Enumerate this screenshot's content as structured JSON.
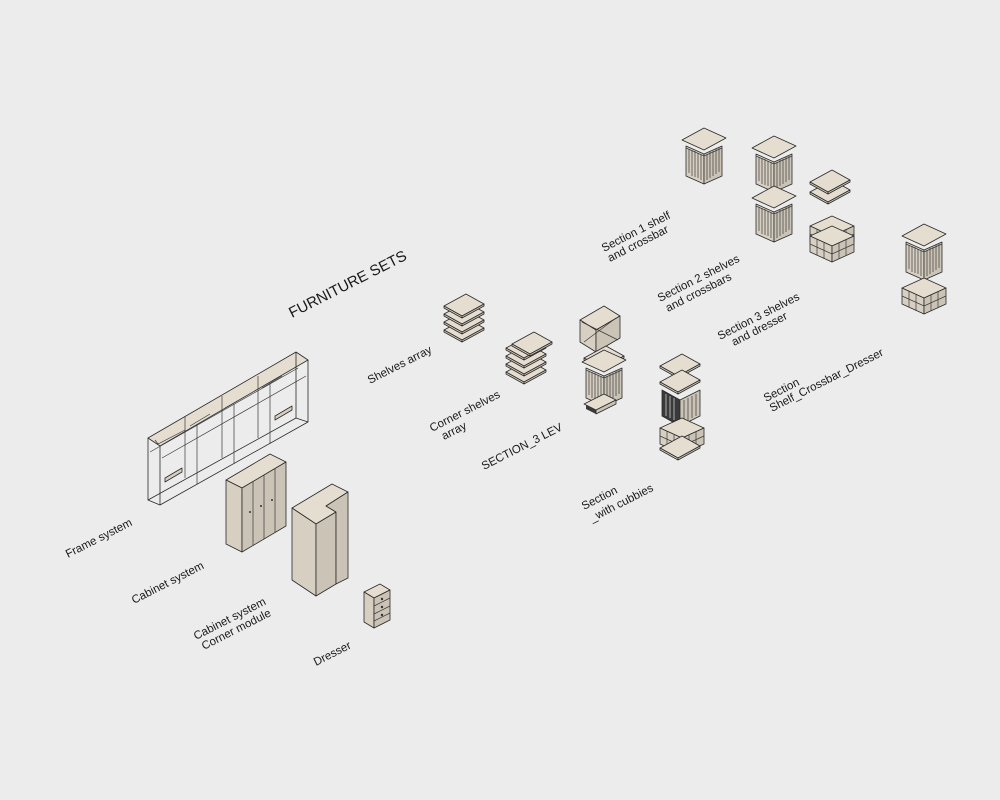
{
  "title": "FURNITURE SETS",
  "labels": {
    "frame_system": "Frame system",
    "cabinet_system": "Cabinet system",
    "cabinet_corner_1": "Cabinet system",
    "cabinet_corner_2": "Corner module",
    "dresser": "Dresser",
    "shelves_array": "Shelves array",
    "corner_shelves_1": "Corner shelves",
    "corner_shelves_2": "array",
    "section_3_lev": "SECTION_3 LEV",
    "section_cubbies_1": "Section",
    "section_cubbies_2": "_with cubbies",
    "section1_1": "Section 1 shelf",
    "section1_2": "and crossbar",
    "section2_1": "Section 2 shelves",
    "section2_2": "and crossbars",
    "section3_1": "Section 3 shelves",
    "section3_2": "and dresser",
    "section_scd_1": "Section",
    "section_scd_2": "Shelf_Crossbar_Dresser"
  }
}
